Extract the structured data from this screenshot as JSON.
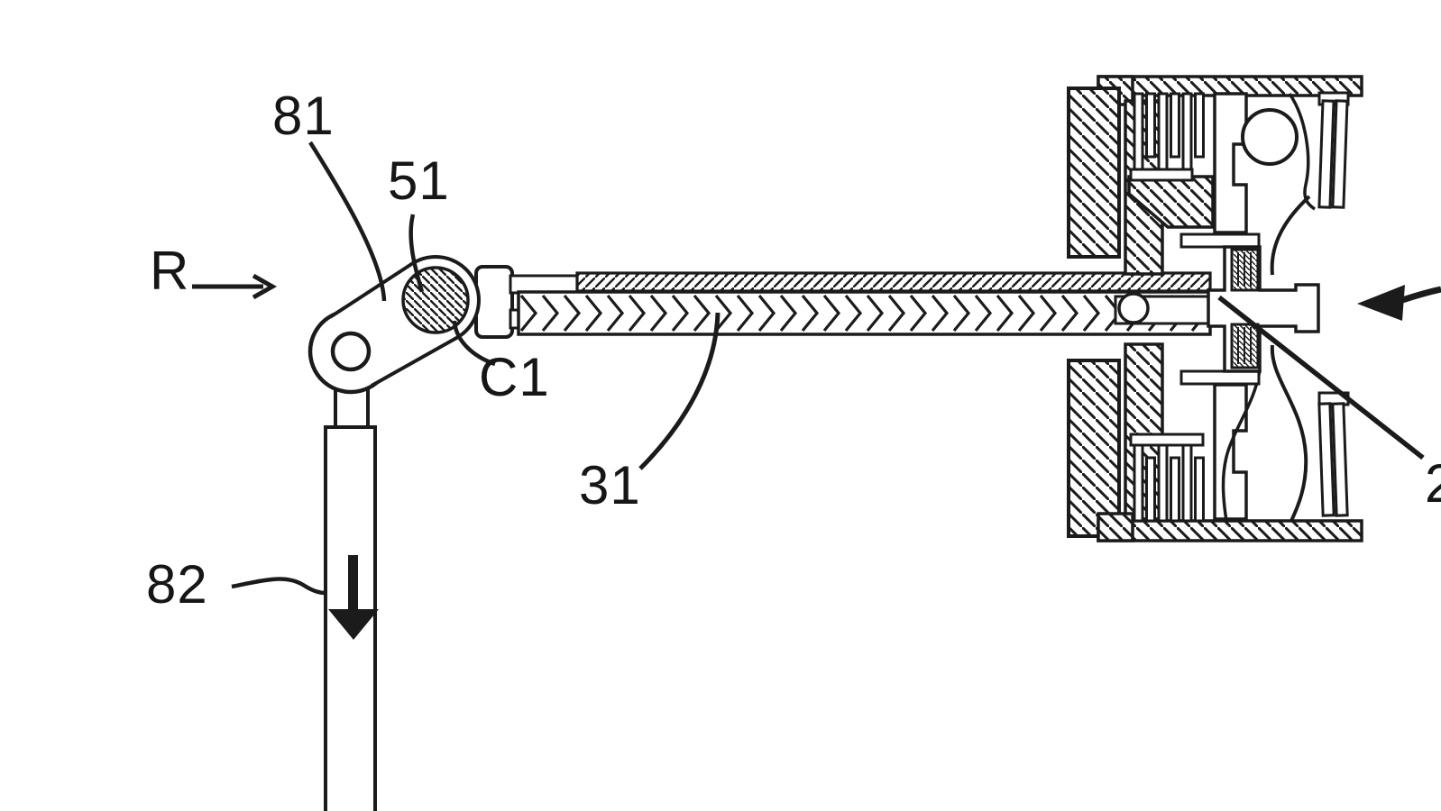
{
  "figure": {
    "labels": {
      "l81": "81",
      "l51": "51",
      "lR": "R",
      "lC1": "C1",
      "l31": "31",
      "l82": "82",
      "l2": "2"
    },
    "icons": {
      "right": "right-arrow-icon",
      "down": "down-arrow-icon",
      "left": "left-arrow-icon"
    },
    "colors": {
      "line": "#1b1b1b",
      "background": "#ffffff"
    }
  }
}
